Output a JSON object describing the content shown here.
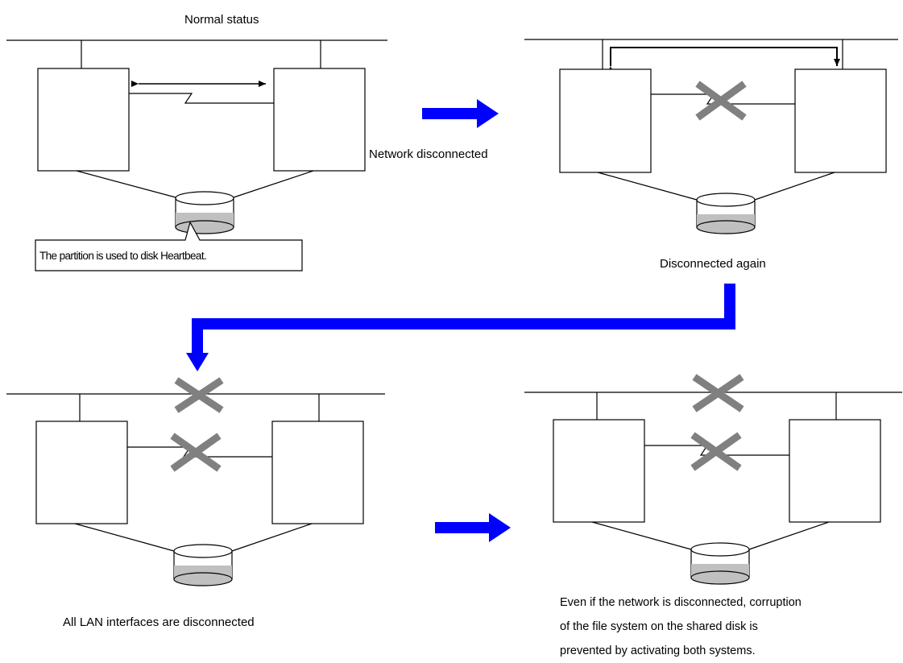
{
  "panels": {
    "normal": {
      "title": "Normal status"
    },
    "disconnected": {
      "caption": "Disconnected again"
    },
    "all_lan": {
      "caption": "All LAN interfaces are disconnected"
    },
    "result": {
      "note_lines": [
        "Even if the network is disconnected, corruption",
        "of the file system on the shared disk is",
        "prevented by activating both systems."
      ]
    }
  },
  "transition_label": "Network disconnected",
  "callout": "The partition is used to disk Heartbeat.",
  "colors": {
    "arrow_blue": "#0000ff",
    "cross_gray": "#808080",
    "disk_fill": "#c0c0c0",
    "line": "#000000"
  }
}
